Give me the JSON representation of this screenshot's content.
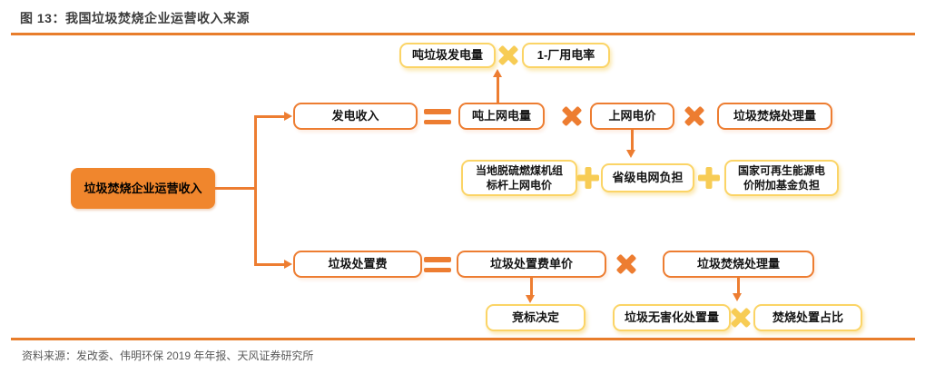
{
  "figure": {
    "title": "图 13：我国垃圾焚烧企业运营收入来源",
    "source": "资料来源：发改委、伟明环保 2019 年年报、天风证券研究所"
  },
  "colors": {
    "orange_line": "#ED7D31",
    "orange_fill": "#F0862D",
    "yellow_border": "#FBD466",
    "yellow_operator": "#F7CC55"
  },
  "nodes": {
    "root": "垃圾焚烧企业运营收入",
    "power_revenue": "发电收入",
    "ton_grid_electricity": "吨上网电量",
    "on_grid_price": "上网电价",
    "incineration_volume_top": "垃圾焚烧处理量",
    "ton_waste_power": "吨垃圾发电量",
    "one_minus_plant_rate": "1-厂用电率",
    "local_benchmark_price": "当地脱硫燃煤机组\n标杆上网电价",
    "provincial_grid_burden": "省级电网负担",
    "national_renewable_fund": "国家可再生能源电\n价附加基金负担",
    "disposal_fee": "垃圾处置费",
    "disposal_fee_unit_price": "垃圾处置费单价",
    "incineration_volume_bottom": "垃圾焚烧处理量",
    "bidding_decision": "竞标决定",
    "harmless_disposal_volume": "垃圾无害化处置量",
    "incineration_ratio": "焚烧处置占比"
  },
  "operators": {
    "multiply": "×",
    "plus": "+",
    "equals": "="
  }
}
